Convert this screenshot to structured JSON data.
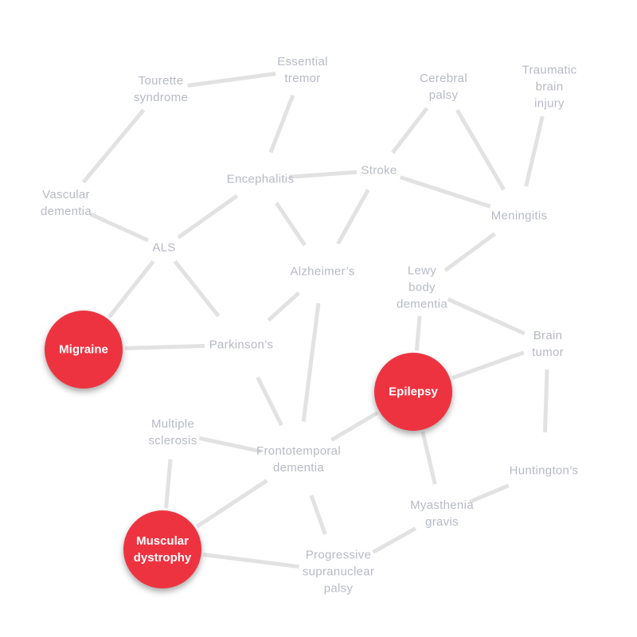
{
  "diagram": {
    "nodes": [
      {
        "id": "essential-tremor",
        "label": "Essential\ntremor"
      },
      {
        "id": "tourette",
        "label": "Tourette\nsyndrome"
      },
      {
        "id": "cerebral-palsy",
        "label": "Cerebral\npalsy"
      },
      {
        "id": "tbi",
        "label": "Traumatic\nbrain\ninjury"
      },
      {
        "id": "encephalitis",
        "label": "Encephalitis"
      },
      {
        "id": "stroke",
        "label": "Stroke"
      },
      {
        "id": "vascular-dementia",
        "label": "Vascular\ndementia"
      },
      {
        "id": "meningitis",
        "label": "Meningitis"
      },
      {
        "id": "als",
        "label": "ALS"
      },
      {
        "id": "alzheimers",
        "label": "Alzheimer’s"
      },
      {
        "id": "lewy",
        "label": "Lewy\nbody\ndementia"
      },
      {
        "id": "migraine",
        "label": "Migraine",
        "highlighted": true
      },
      {
        "id": "parkinsons",
        "label": "Parkinson’s"
      },
      {
        "id": "brain-tumor",
        "label": "Brain\ntumor"
      },
      {
        "id": "epilepsy",
        "label": "Epilepsy",
        "highlighted": true
      },
      {
        "id": "ms",
        "label": "Multiple\nsclerosis"
      },
      {
        "id": "ftd",
        "label": "Frontotemporal\ndementia"
      },
      {
        "id": "huntingtons",
        "label": "Huntington’s"
      },
      {
        "id": "myasthenia",
        "label": "Myasthenia\ngravis"
      },
      {
        "id": "muscular-dystrophy",
        "label": "Muscular\ndystrophy",
        "highlighted": true
      },
      {
        "id": "psp",
        "label": "Progressive\nsupranuclear\npalsy"
      }
    ],
    "edges": [
      [
        "tourette",
        "essential-tremor"
      ],
      [
        "tourette",
        "vascular-dementia"
      ],
      [
        "essential-tremor",
        "encephalitis"
      ],
      [
        "encephalitis",
        "stroke"
      ],
      [
        "encephalitis",
        "als"
      ],
      [
        "encephalitis",
        "alzheimers"
      ],
      [
        "stroke",
        "cerebral-palsy"
      ],
      [
        "stroke",
        "meningitis"
      ],
      [
        "stroke",
        "alzheimers"
      ],
      [
        "cerebral-palsy",
        "meningitis"
      ],
      [
        "tbi",
        "meningitis"
      ],
      [
        "meningitis",
        "lewy"
      ],
      [
        "vascular-dementia",
        "als"
      ],
      [
        "als",
        "migraine"
      ],
      [
        "als",
        "parkinsons"
      ],
      [
        "alzheimers",
        "parkinsons"
      ],
      [
        "alzheimers",
        "ftd"
      ],
      [
        "lewy",
        "brain-tumor"
      ],
      [
        "lewy",
        "epilepsy"
      ],
      [
        "migraine",
        "parkinsons"
      ],
      [
        "parkinsons",
        "ftd"
      ],
      [
        "brain-tumor",
        "epilepsy"
      ],
      [
        "brain-tumor",
        "huntingtons"
      ],
      [
        "epilepsy",
        "ftd"
      ],
      [
        "epilepsy",
        "myasthenia"
      ],
      [
        "ms",
        "ftd"
      ],
      [
        "ms",
        "muscular-dystrophy"
      ],
      [
        "ftd",
        "muscular-dystrophy"
      ],
      [
        "ftd",
        "psp"
      ],
      [
        "huntingtons",
        "myasthenia"
      ],
      [
        "myasthenia",
        "psp"
      ],
      [
        "muscular-dystrophy",
        "psp"
      ]
    ]
  }
}
